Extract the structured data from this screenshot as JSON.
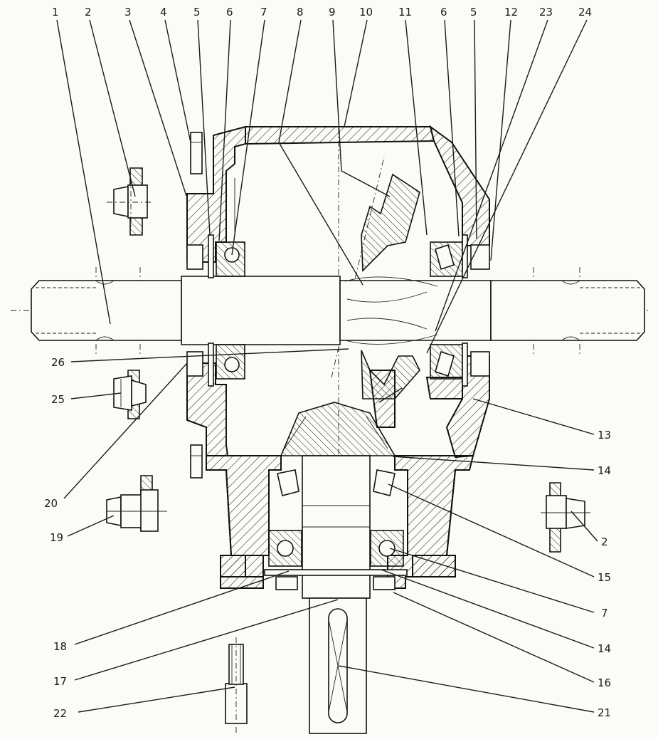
{
  "labels": {
    "top": [
      "1",
      "2",
      "3",
      "4",
      "5",
      "6",
      "7",
      "8",
      "9",
      "10",
      "11",
      "6",
      "5",
      "12",
      "23",
      "24"
    ],
    "left": [
      "26",
      "25",
      "20",
      "19"
    ],
    "right": [
      "13",
      "14",
      "2",
      "15",
      "7",
      "14",
      "16",
      "21"
    ],
    "bottom_left": [
      "18",
      "17",
      "22"
    ]
  }
}
